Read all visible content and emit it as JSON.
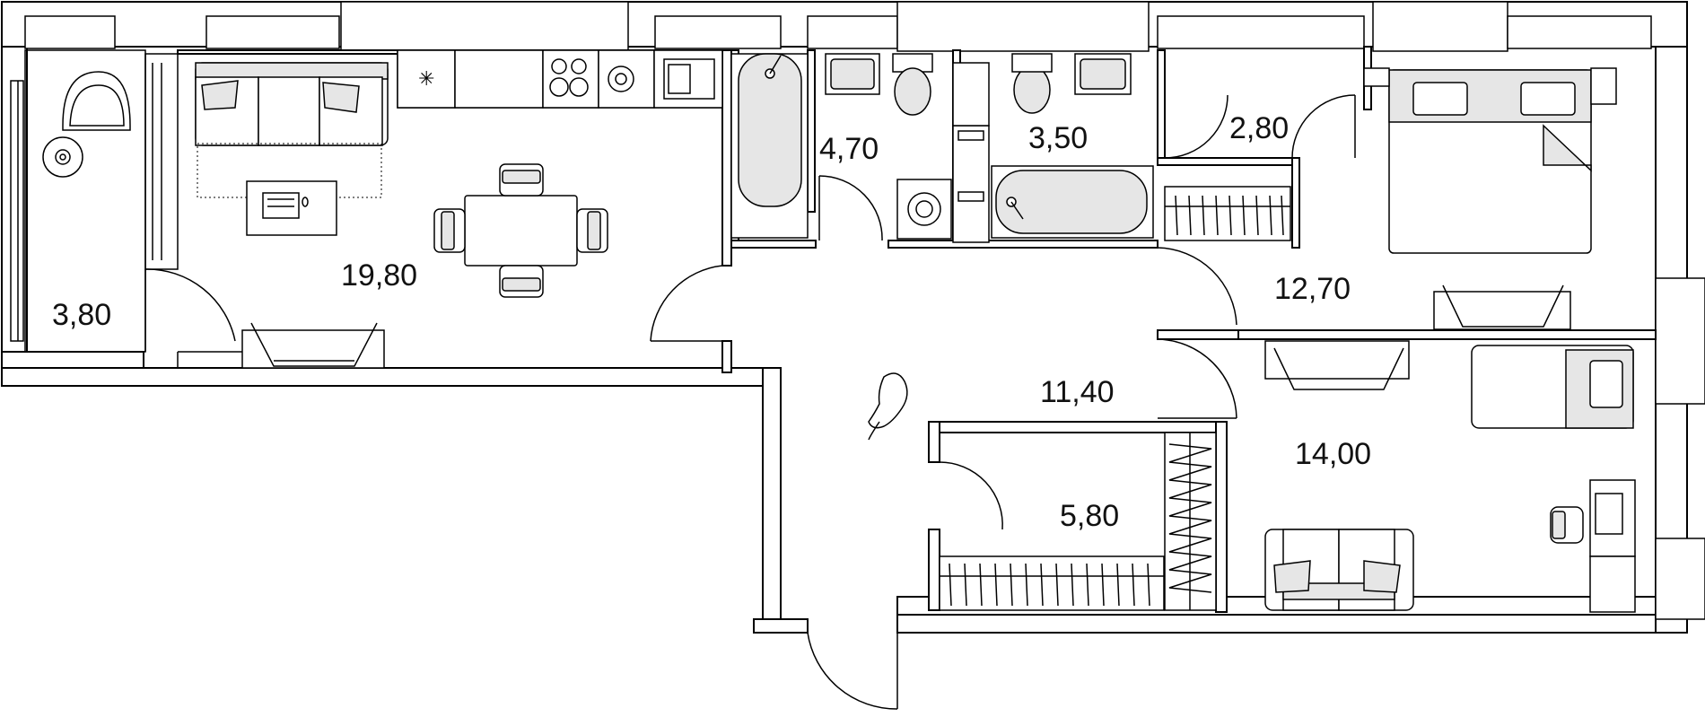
{
  "rooms": [
    {
      "id": "loggia",
      "area": "3,80"
    },
    {
      "id": "living-kitchen",
      "area": "19,80"
    },
    {
      "id": "bathroom-1",
      "area": "4,70"
    },
    {
      "id": "bathroom-2",
      "area": "3,50"
    },
    {
      "id": "dressing-1",
      "area": "2,80"
    },
    {
      "id": "bedroom-1",
      "area": "12,70"
    },
    {
      "id": "hallway",
      "area": "11,40"
    },
    {
      "id": "storage",
      "area": "5,80"
    },
    {
      "id": "bedroom-2",
      "area": "14,00"
    }
  ]
}
